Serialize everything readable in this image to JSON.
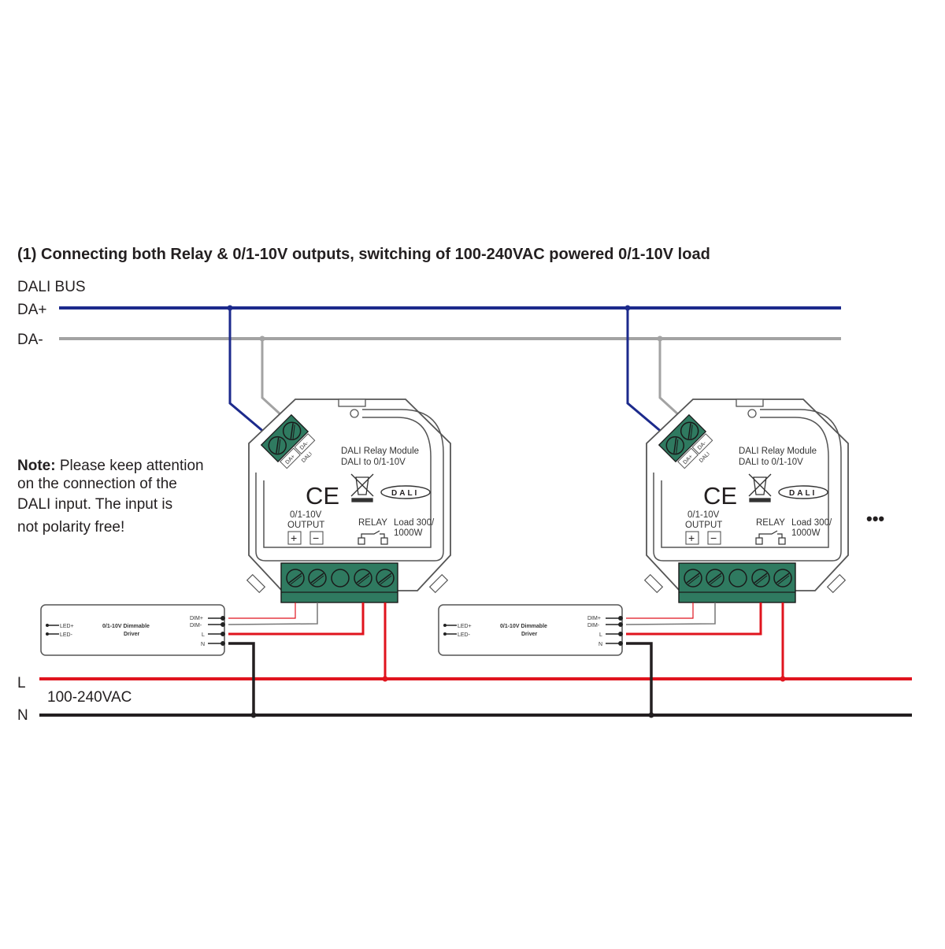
{
  "title": "(1) Connecting both Relay & 0/1-10V outputs, switching of 100-240VAC powered 0/1-10V load",
  "bus": {
    "label": "DALI BUS",
    "da_plus": "DA+",
    "da_minus": "DA-"
  },
  "note": {
    "bold": "Note:",
    "line1": " Please keep attention",
    "line2": "on the connection of the",
    "line3": "DALI input. The input is",
    "line4": "not polarity free!"
  },
  "mains": {
    "l": "L",
    "n": "N",
    "voltage": "100-240VAC"
  },
  "module": {
    "name": "DALI Relay Module",
    "subtitle": "DALI to 0/1-10V",
    "ce": "CE",
    "dali_logo": "DALI",
    "terminal_plus": "DA+",
    "terminal_minus": "DA-",
    "terminal_label": "DALI",
    "output_line1": "0/1-10V",
    "output_line2": "OUTPUT",
    "plus": "+",
    "minus": "−",
    "relay": "RELAY",
    "load_line1": "Load 300/",
    "load_line2": "1000W"
  },
  "driver": {
    "name_line1": "0/1-10V Dimmable",
    "name_line2": "Driver",
    "led_plus": "LED+",
    "led_minus": "LED-",
    "dim_plus": "DIM+",
    "dim_minus": "DIM-",
    "l": "L",
    "n": "N"
  },
  "more": "•••",
  "colors": {
    "da_plus": "#1c2a8c",
    "da_minus": "#a3a3a3",
    "live": "#e0141e",
    "neutral": "#231f20",
    "terminal": "#2f7a60"
  }
}
